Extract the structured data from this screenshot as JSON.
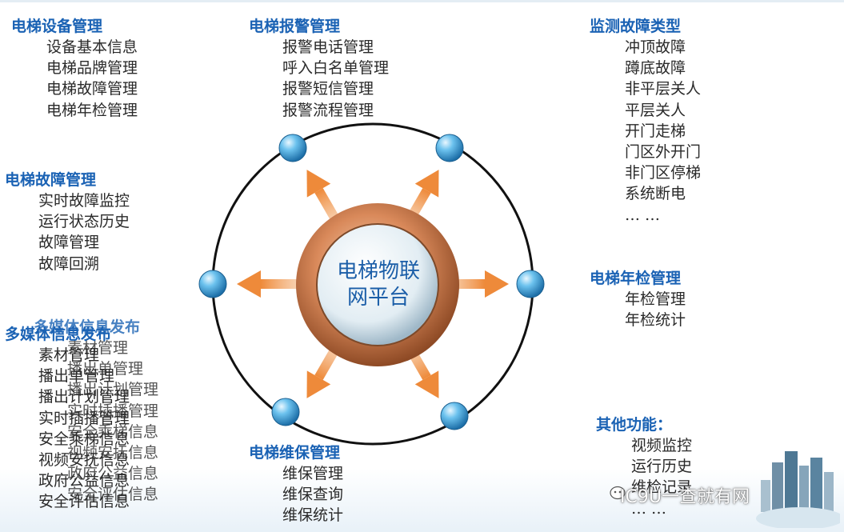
{
  "hub": {
    "line1": "电梯物联",
    "line2": "网平台"
  },
  "blocks": {
    "device": {
      "title": "电梯设备管理",
      "items": [
        "设备基本信息",
        "电梯品牌管理",
        "电梯故障管理",
        "电梯年检管理"
      ]
    },
    "alarm": {
      "title": "电梯报警管理",
      "items": [
        "报警电话管理",
        "呼入白名单管理",
        "报警短信管理",
        "报警流程管理"
      ]
    },
    "faulttype": {
      "title": "监测故障类型",
      "items": [
        "冲顶故障",
        "蹲底故障",
        "非平层关人",
        "平层关人",
        "开门走梯",
        "门区外开门",
        "非门区停梯",
        "系统断电",
        "… …"
      ]
    },
    "fault": {
      "title": "电梯故障管理",
      "items": [
        "实时故障监控",
        "运行状态历史",
        "故障管理",
        "故障回溯"
      ]
    },
    "inspection": {
      "title": "电梯年检管理",
      "items": [
        "年检管理",
        "年检统计"
      ]
    },
    "media": {
      "title": "多媒体信息发布",
      "items": [
        "素材管理",
        "播出单管理",
        "播出计划管理",
        "实时插播管理",
        "安全乘梯信息",
        "视频安抚信息",
        "政府公益信息",
        "安全评估信息"
      ]
    },
    "maintenance": {
      "title": "电梯维保管理",
      "items": [
        "维保管理",
        "维保查询",
        "维保统计"
      ]
    },
    "other": {
      "title": "其他功能：",
      "items": [
        "视频监控",
        "运行历史",
        "维检记录",
        "… …"
      ]
    }
  },
  "watermark": {
    "text": "IC9U一查就有网"
  },
  "colors": {
    "title": "#1a62b4",
    "ring": "#111111",
    "arrow": "#ee8a3a",
    "node": "#3a9fd6",
    "hub_ring": "#c97a45"
  }
}
